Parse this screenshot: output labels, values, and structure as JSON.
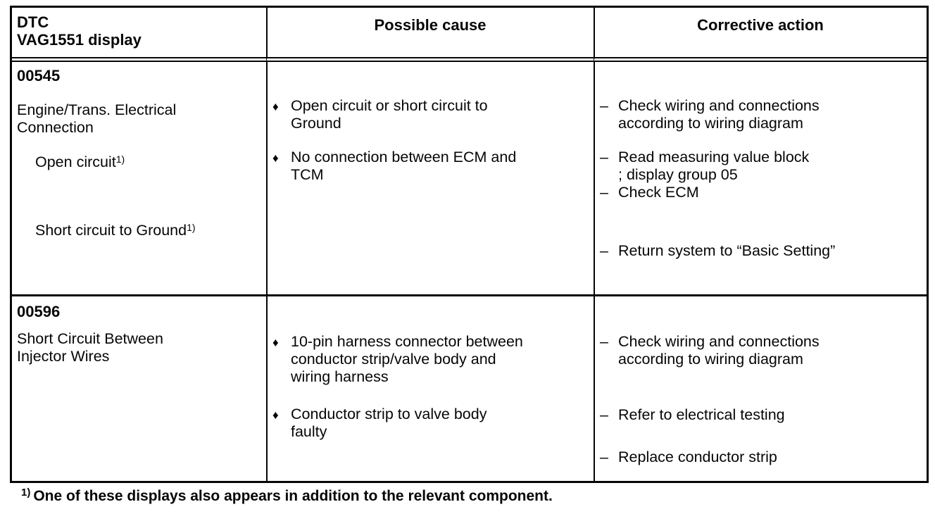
{
  "glyphs": {
    "diamond": "♦",
    "dash": "–"
  },
  "table": {
    "header": {
      "col1_line1": "DTC",
      "col1_line2": "VAG1551 display",
      "col2": "Possible cause",
      "col3": "Corrective action"
    },
    "rows": [
      {
        "code": "00545",
        "title": "Engine/Trans. Electrical\nConnection",
        "sub_items": [
          {
            "label": "Open circuit",
            "sup": "1)"
          },
          {
            "label": "Short circuit to Ground",
            "sup": "1)"
          }
        ],
        "causes": [
          "Open circuit or short circuit to\nGround",
          "No connection between ECM and\nTCM"
        ],
        "actions": [
          "Check wiring and connections\naccording to wiring diagram",
          "Read measuring value block\n; display group 05",
          "Check ECM",
          "Return system to “Basic Setting”"
        ]
      },
      {
        "code": "00596",
        "title": "Short Circuit Between\nInjector Wires",
        "causes": [
          "10-pin harness connector between\nconductor strip/valve body and\nwiring harness",
          "Conductor strip to valve body\nfaulty"
        ],
        "actions": [
          "Check wiring and connections\naccording to wiring diagram",
          "Refer to electrical testing",
          "Replace conductor strip"
        ]
      }
    ]
  },
  "footnote": {
    "sup": "1)",
    "text": "One of these displays also appears in addition to the relevant component."
  }
}
